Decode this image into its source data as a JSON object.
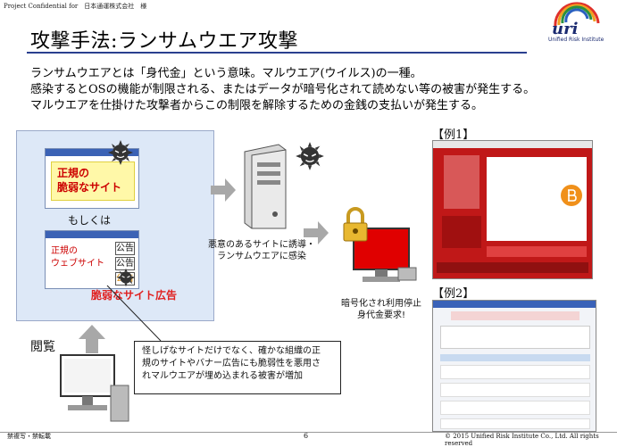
{
  "header": {
    "confidential": "Project Confidential for　日本通運株式会社　様",
    "logo_text": "uri",
    "logo_sub": "Unified Risk Institute"
  },
  "title": "攻撃手法:ランサムウエア攻撃",
  "intro": [
    "ランサムウエアとは「身代金」という意味。マルウエア(ウイルス)の一種。",
    "感染するとOSの機能が制限される、またはデータが暗号化されて読めない等の被害が発生する。",
    "マルウエアを仕掛けた攻撃者からこの制限を解除するための金銭の支払いが発生する。"
  ],
  "diagram": {
    "site1_line1": "正規の",
    "site1_line2": "脆弱なサイト",
    "or_text": "もしくは",
    "site2_line1": "正規の",
    "site2_line2": "ウェブサイト",
    "ad1": "公告",
    "ad2": "公告",
    "ad3": "公告",
    "weak_ad": "脆弱なサイト広告",
    "server_caption_1": "悪意のあるサイトに誘導・",
    "server_caption_2": "ランサムウエアに感染",
    "lock_caption_1": "暗号化され利用停止",
    "lock_caption_2": "身代金要求!",
    "browse": "閲覧",
    "callout_1": "怪しげなサイトだけでなく、確かな組織の正",
    "callout_2": "規のサイトやバナー広告にも脆弱性を悪用さ",
    "callout_3": "れマルウエアが埋め込まれる被害が増加"
  },
  "examples": {
    "ex1_label": "【例1】",
    "ex2_label": "【例2】"
  },
  "footer": {
    "left": "禁複写・禁転載",
    "page": "6",
    "right": "© 2015 Unified Risk Institute Co., Ltd.  All rights reserved"
  },
  "colors": {
    "accent_blue": "#2a3f8f",
    "red": "#e02020",
    "panel": "#dde8f7"
  }
}
